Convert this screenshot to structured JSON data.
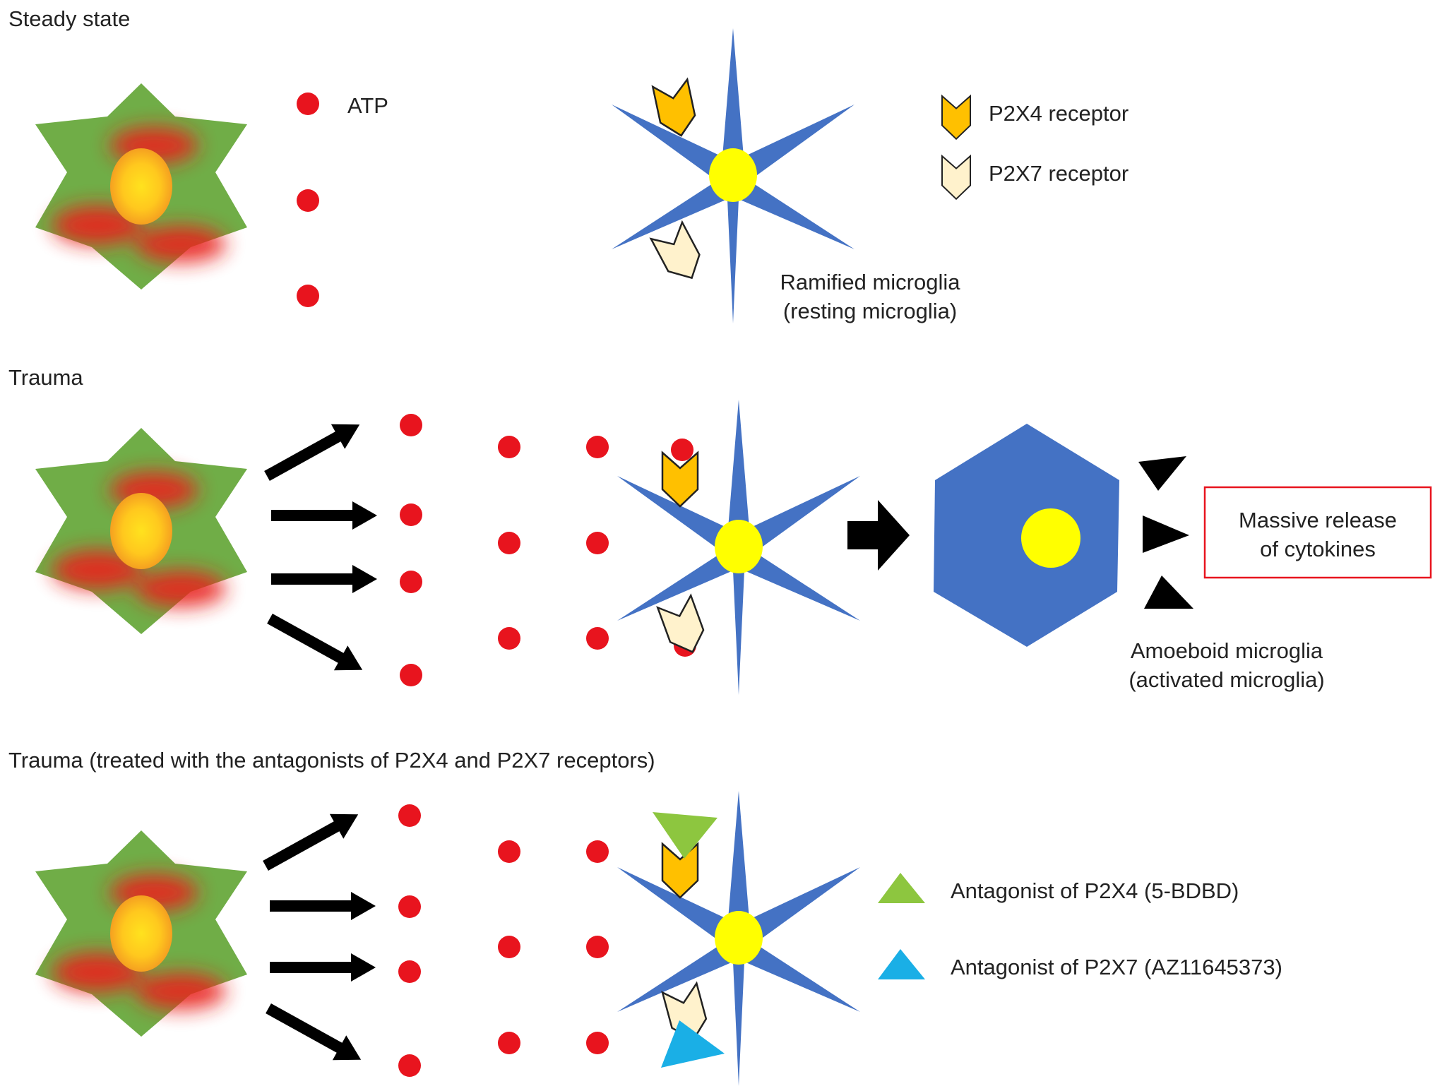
{
  "sections": {
    "steady": {
      "title": "Steady state"
    },
    "trauma": {
      "title": "Trauma"
    },
    "treated": {
      "title": "Trauma (treated with the antagonists of P2X4 and P2X7 receptors)"
    }
  },
  "legend": {
    "atp": "ATP",
    "p2x4": "P2X4 receptor",
    "p2x7": "P2X7 receptor",
    "antagonist_p2x4": "Antagonist of P2X4 (5-BDBD)",
    "antagonist_p2x7": "Antagonist of P2X7 (AZ11645373)"
  },
  "labels": {
    "ramified_line1": "Ramified microglia",
    "ramified_line2": "(resting microglia)",
    "amoeboid_line1": "Amoeboid microglia",
    "amoeboid_line2": "(activated microglia)",
    "cytokines_line1": "Massive release",
    "cytokines_line2": "of cytokines"
  },
  "colors": {
    "neuron_green": "#70AD47",
    "damage_red": "#E8221E",
    "nucleus_yellow": "#FFD21E",
    "atp_red": "#E8141E",
    "microglia_blue": "#4472C4",
    "microglia_nucleus": "#FFFF00",
    "p2x4_orange": "#FFC000",
    "p2x7_cream": "#FFF2CC",
    "antagonist_green": "#8DC63F",
    "antagonist_blue": "#1AAFE6",
    "cytokine_box_border": "#E8141E"
  }
}
